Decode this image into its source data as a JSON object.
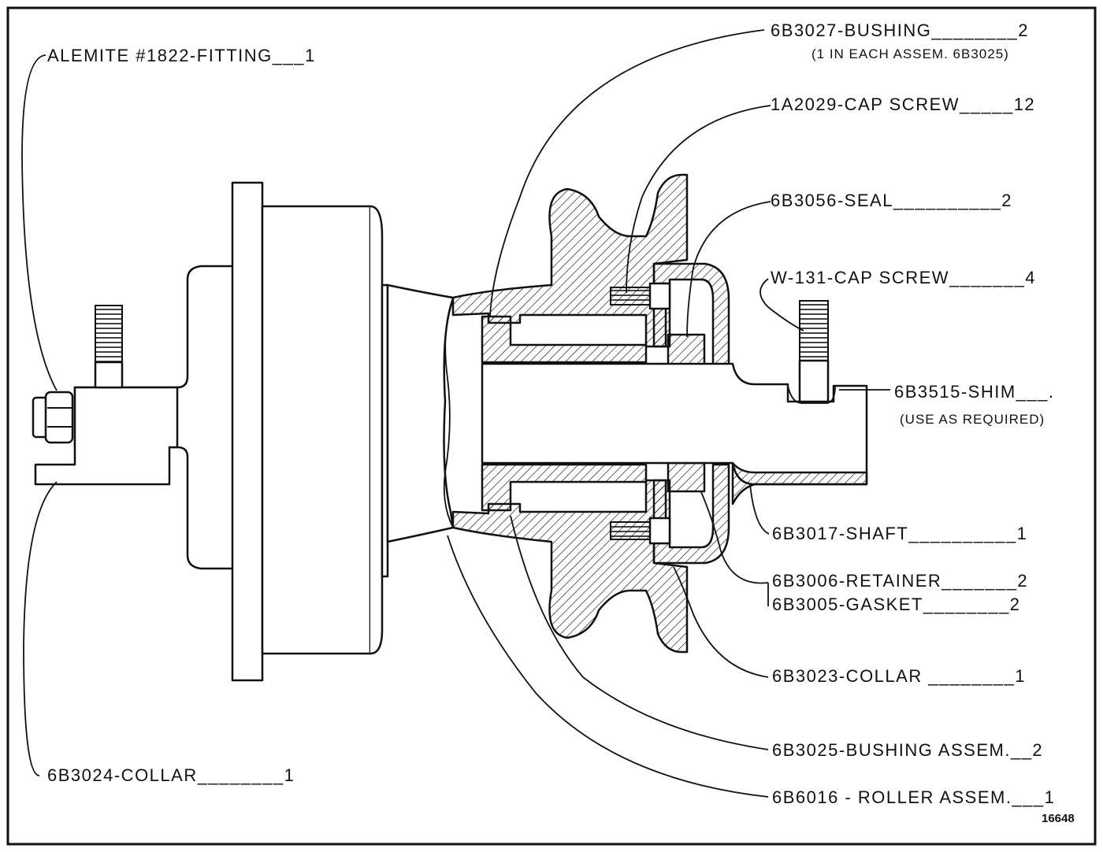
{
  "figure_number": "16648",
  "callouts": [
    {
      "id": "fitting",
      "text": "ALEMITE #1822-FITTING___1"
    },
    {
      "id": "collar-6b3024",
      "text": "6B3024-COLLAR________1"
    },
    {
      "id": "bushing-6b3027",
      "text": "6B3027-BUSHING________2"
    },
    {
      "id": "bushing-note",
      "text": "(1 IN EACH  ASSEM. 6B3025)"
    },
    {
      "id": "cap-screw-1a2029",
      "text": "1A2029-CAP SCREW_____12"
    },
    {
      "id": "seal",
      "text": "6B3056-SEAL__________2"
    },
    {
      "id": "cap-screw-w131",
      "text": "W-131-CAP SCREW_______4"
    },
    {
      "id": "shim",
      "text": "6B3515-SHIM___."
    },
    {
      "id": "shim-note",
      "text": "(USE AS REQUIRED)"
    },
    {
      "id": "shaft",
      "text": "6B3017-SHAFT__________1"
    },
    {
      "id": "retainer",
      "text": "6B3006-RETAINER_______2"
    },
    {
      "id": "gasket",
      "text": "6B3005-GASKET________2"
    },
    {
      "id": "collar-6b3023",
      "text": "6B3023-COLLAR ________1"
    },
    {
      "id": "bushing-assem",
      "text": "6B3025-BUSHING ASSEM.__2"
    },
    {
      "id": "roller-assem",
      "text": "6B6016 - ROLLER  ASSEM.___1"
    }
  ]
}
